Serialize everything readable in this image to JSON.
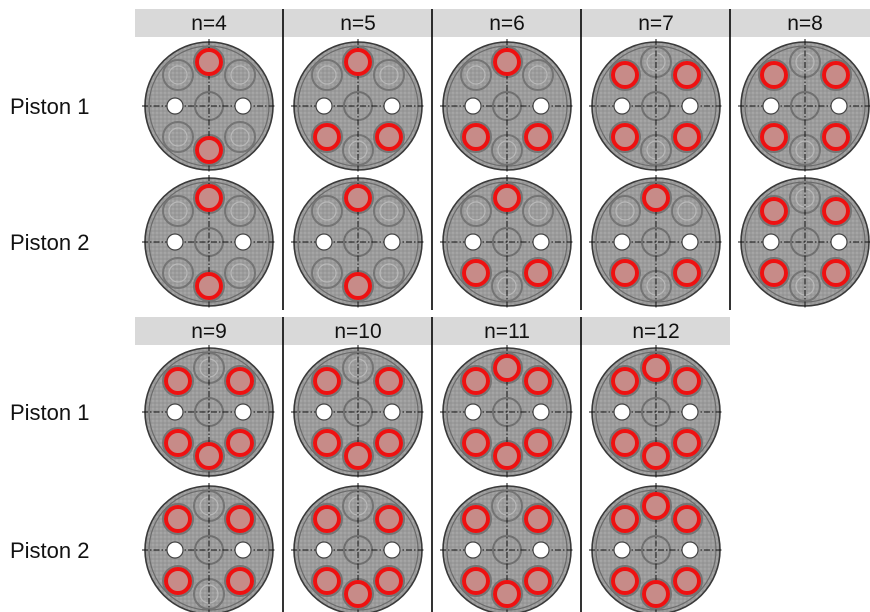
{
  "row_labels": [
    "Piston 1",
    "Piston 2"
  ],
  "header_bg": "#d9d9d9",
  "hole_active_color": "#ee1111",
  "hole_fill_color": "#c78b88",
  "disk_color": "#9a9a9a",
  "blocks": [
    {
      "columns": [
        {
          "label": "n=4",
          "piston1": [
            "T",
            "B"
          ],
          "piston2": [
            "T",
            "B"
          ]
        },
        {
          "label": "n=5",
          "piston1": [
            "T",
            "LL",
            "LR"
          ],
          "piston2": [
            "T",
            "B"
          ]
        },
        {
          "label": "n=6",
          "piston1": [
            "T",
            "LL",
            "LR"
          ],
          "piston2": [
            "T",
            "LL",
            "LR"
          ]
        },
        {
          "label": "n=7",
          "piston1": [
            "UL",
            "UR",
            "LL",
            "LR"
          ],
          "piston2": [
            "T",
            "LL",
            "LR"
          ]
        },
        {
          "label": "n=8",
          "piston1": [
            "UL",
            "UR",
            "LL",
            "LR"
          ],
          "piston2": [
            "UL",
            "UR",
            "LL",
            "LR"
          ]
        }
      ]
    },
    {
      "columns": [
        {
          "label": "n=9",
          "piston1": [
            "UL",
            "UR",
            "LL",
            "LR",
            "B"
          ],
          "piston2": [
            "UL",
            "UR",
            "LL",
            "LR"
          ]
        },
        {
          "label": "n=10",
          "piston1": [
            "UL",
            "UR",
            "LL",
            "LR",
            "B"
          ],
          "piston2": [
            "UL",
            "UR",
            "LL",
            "LR",
            "B"
          ]
        },
        {
          "label": "n=11",
          "piston1": [
            "T",
            "UL",
            "UR",
            "LL",
            "LR",
            "B"
          ],
          "piston2": [
            "UL",
            "UR",
            "LL",
            "LR",
            "B"
          ]
        },
        {
          "label": "n=12",
          "piston1": [
            "T",
            "UL",
            "UR",
            "LL",
            "LR",
            "B"
          ],
          "piston2": [
            "T",
            "UL",
            "UR",
            "LL",
            "LR",
            "B"
          ]
        }
      ]
    }
  ]
}
